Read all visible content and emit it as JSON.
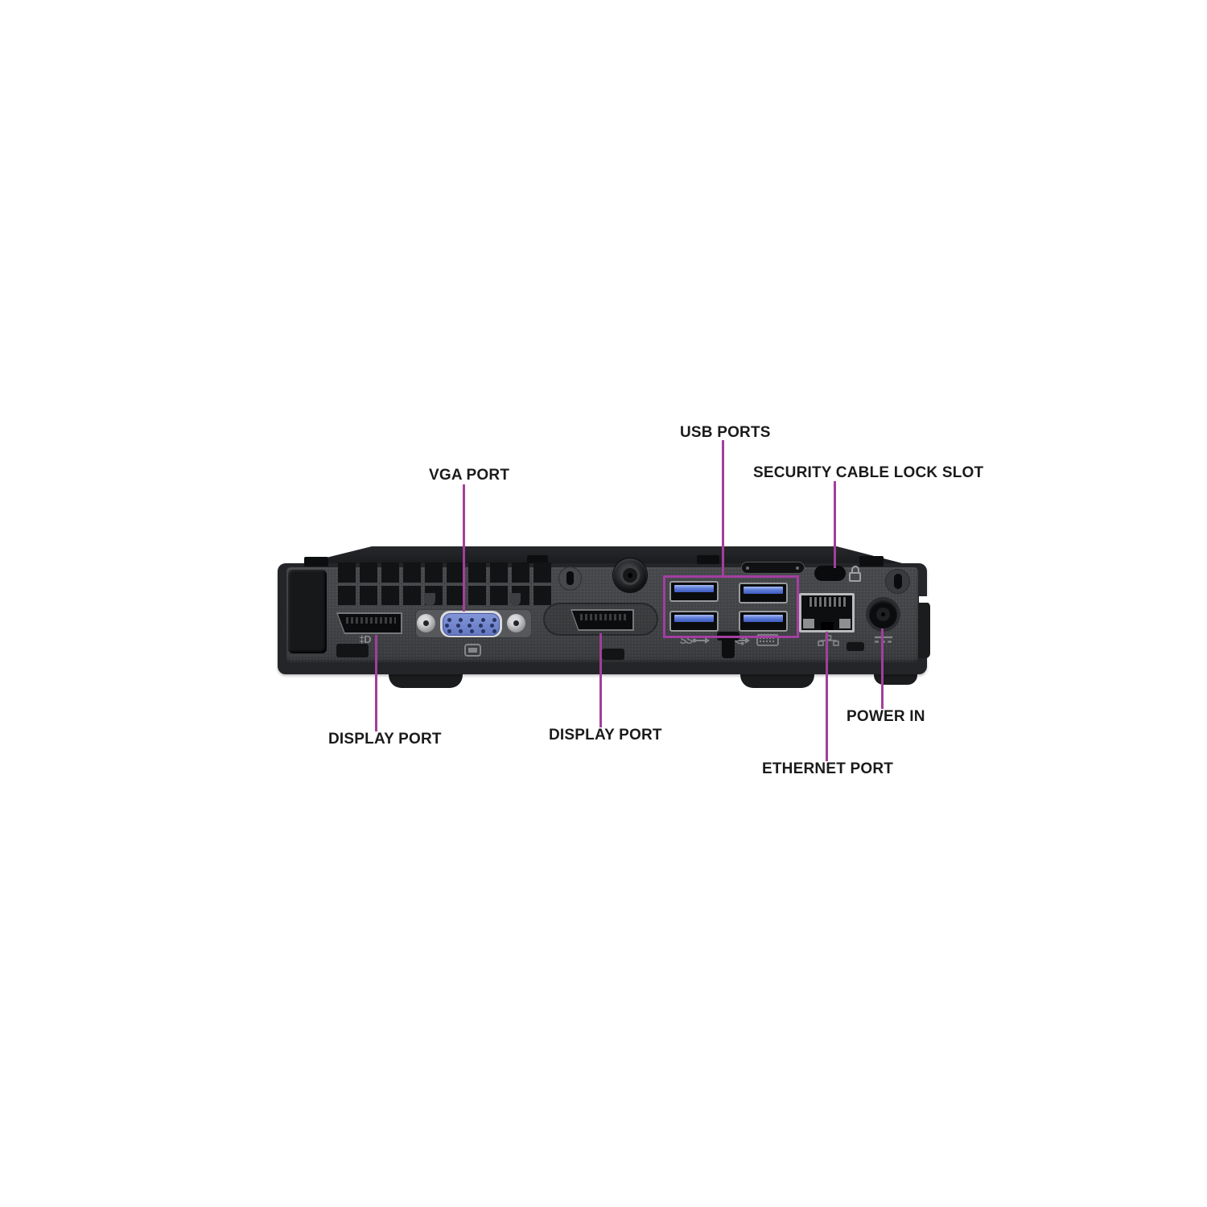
{
  "page": {
    "background": "#ffffff"
  },
  "diagram": {
    "accent_line_color": "#a23f9b",
    "usb_box_color": "#a33ea1",
    "label_color": "#1b1b1b",
    "device_panel_color": "#404245",
    "device_frame_color": "#232528",
    "vga_connector_color": "#7287cf",
    "usb_tongue_color": "#5e7cd8",
    "labels": {
      "usb_ports": "USB PORTS",
      "security_cable_lock_slot": "SECURITY CABLE LOCK SLOT",
      "vga_port": "VGA PORT",
      "display_port_left": "DISPLAY PORT",
      "display_port_center": "DISPLAY PORT",
      "power_in": "POWER IN",
      "ethernet_port": "ETHERNET PORT"
    },
    "icons": {
      "displayport_glyph": "‡D",
      "usb3_glyph": "SS",
      "padlock": "padlock-outline",
      "monitor": "monitor-outline",
      "usb_trident": "usb-trident",
      "keyboard": "keyboard-outline",
      "network": "network-nodes",
      "power": "dc-power-bars"
    }
  }
}
